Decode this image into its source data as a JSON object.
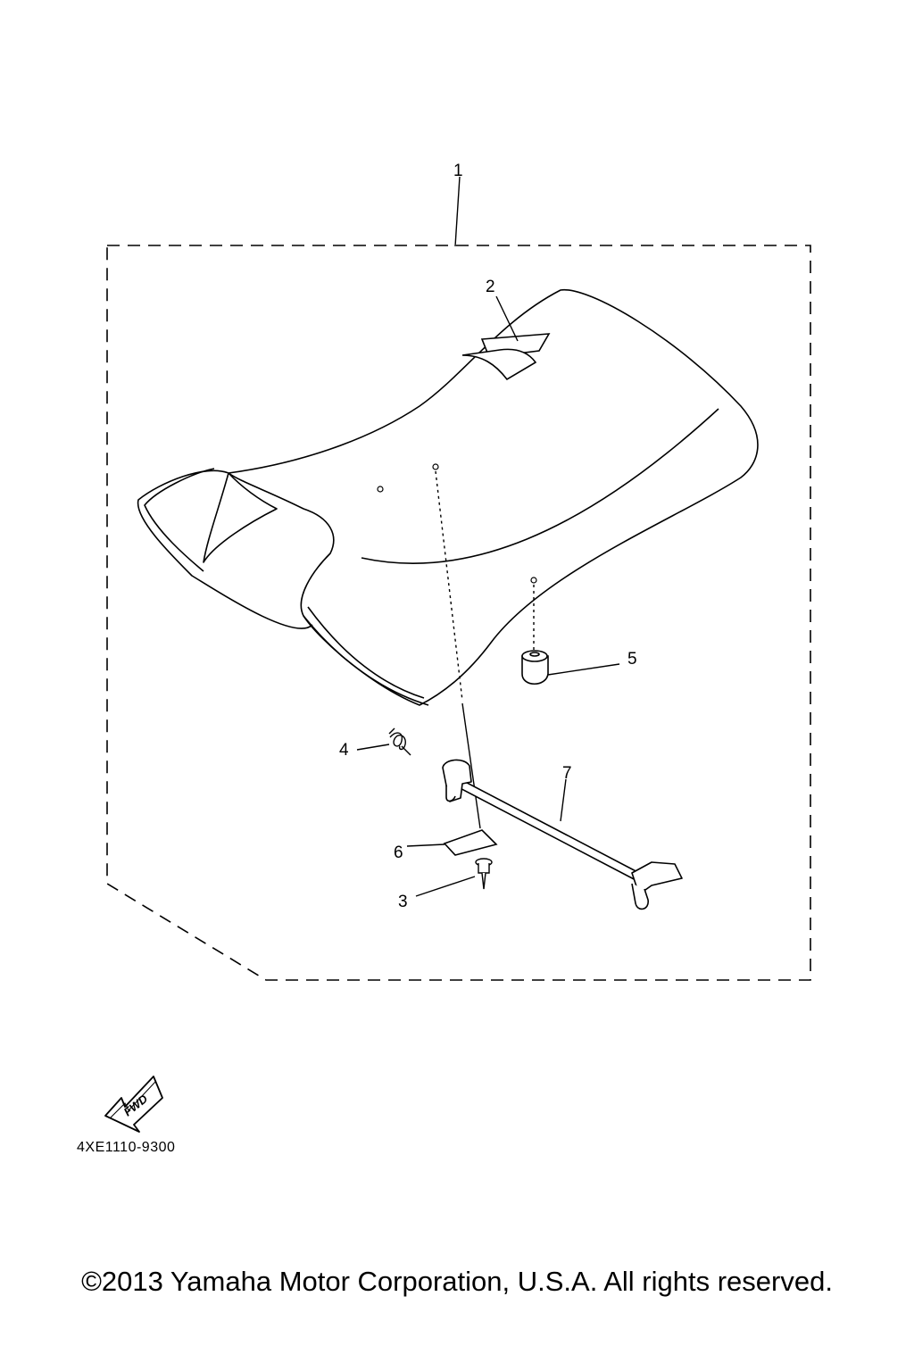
{
  "diagram": {
    "callouts": [
      {
        "id": "1",
        "label": "1"
      },
      {
        "id": "2",
        "label": "2"
      },
      {
        "id": "3",
        "label": "3"
      },
      {
        "id": "4",
        "label": "4"
      },
      {
        "id": "5",
        "label": "5"
      },
      {
        "id": "6",
        "label": "6"
      },
      {
        "id": "7",
        "label": "7"
      }
    ],
    "forward_indicator": {
      "label": "FWD",
      "icon": "forward-arrow-icon"
    },
    "part_code": "4XE1110-9300"
  },
  "footer": {
    "copyright": "©2013 Yamaha Motor Corporation, U.S.A. All rights reserved."
  },
  "colors": {
    "line": "#000000",
    "background": "#ffffff"
  }
}
